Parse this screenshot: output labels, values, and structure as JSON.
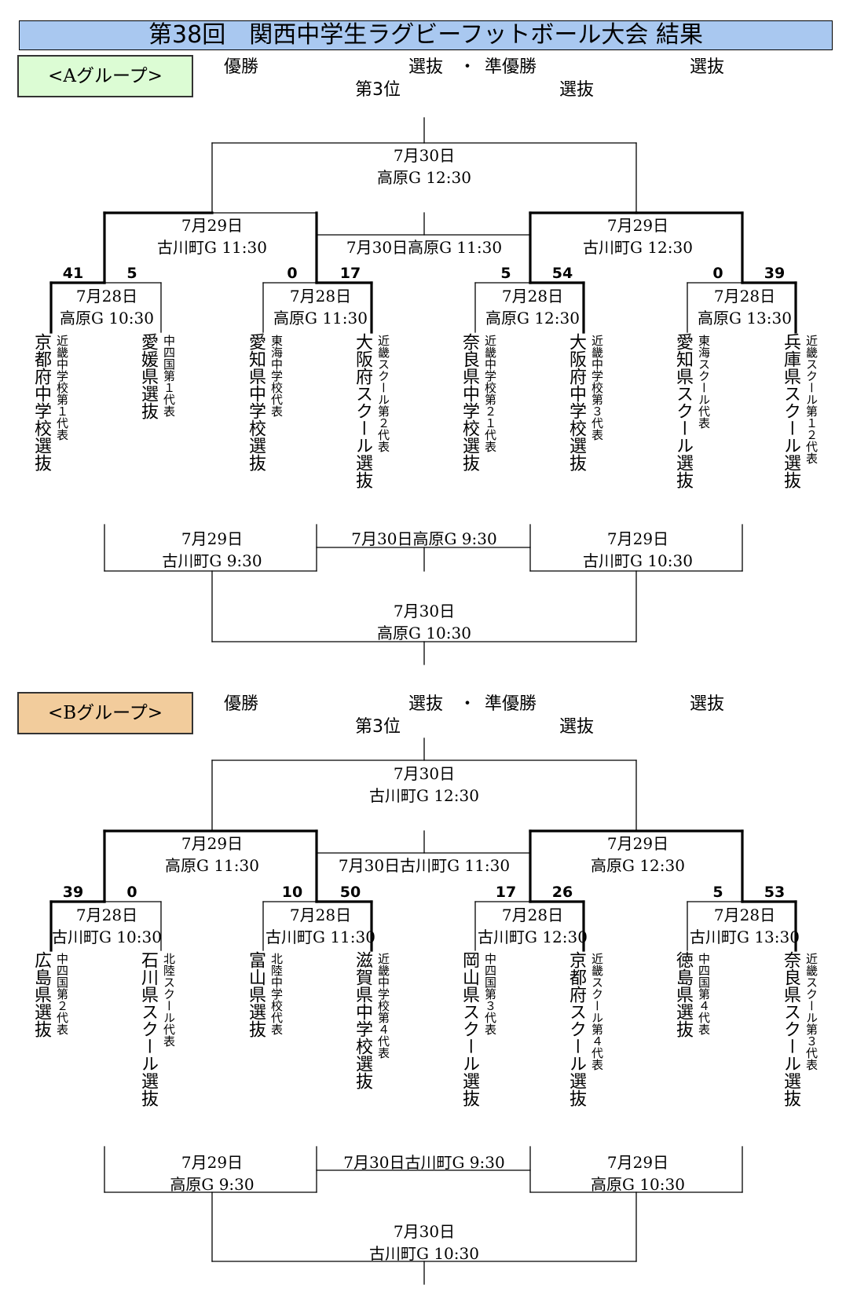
{
  "title": "第38回　関西中学生ラグビーフットボール大会 結果",
  "group_a": {
    "label": "<Aグループ>",
    "color": "#dcfcd4",
    "rank": {
      "winner": "優勝",
      "winner_team": "選抜",
      "sep": "・",
      "runner_up": "準優勝",
      "runner_up_team": "選抜",
      "third": "第3位",
      "third_team": "選抜"
    },
    "final": {
      "date": "7月30日",
      "venue": "高原G 12:30"
    },
    "semi_left": {
      "date": "7月29日",
      "venue": "古川町G 11:30"
    },
    "semi_right": {
      "date": "7月29日",
      "venue": "古川町G 12:30"
    },
    "third_place": "7月30日高原G 11:30",
    "r1": [
      {
        "date": "7月28日",
        "venue": "高原G 10:30",
        "score_left": "41",
        "score_right": "5"
      },
      {
        "date": "7月28日",
        "venue": "高原G 11:30",
        "score_left": "0",
        "score_right": "17"
      },
      {
        "date": "7月28日",
        "venue": "高原G 12:30",
        "score_left": "5",
        "score_right": "54"
      },
      {
        "date": "7月28日",
        "venue": "高原G 13:30",
        "score_left": "0",
        "score_right": "39"
      }
    ],
    "teams": [
      {
        "name": "京都府中学校選抜",
        "desc": "近畿中学校第１代表"
      },
      {
        "name": "愛媛県選抜",
        "desc": "中四国第１代表"
      },
      {
        "name": "愛知県中学校選抜",
        "desc": "東海中学校代表"
      },
      {
        "name": "大阪府スクール選抜",
        "desc": "近畿スクール第２代表"
      },
      {
        "name": "奈良県中学校選抜",
        "desc": "近畿中学校第２１代表"
      },
      {
        "name": "大阪府中学校選抜",
        "desc": "近畿中学校第３代表"
      },
      {
        "name": "愛知県スクール選抜",
        "desc": "東海スクール代表"
      },
      {
        "name": "兵庫県スクール選抜",
        "desc": "近畿スクール第１２代表"
      }
    ],
    "cons_left": {
      "date": "7月29日",
      "venue": "古川町G 9:30"
    },
    "cons_right": {
      "date": "7月29日",
      "venue": "古川町G 10:30"
    },
    "cons_mid": "7月30日高原G 9:30",
    "cons_final": {
      "date": "7月30日",
      "venue": "高原G 10:30"
    }
  },
  "group_b": {
    "label": "<Bグループ>",
    "color": "#f2cc9c",
    "rank": {
      "winner": "優勝",
      "winner_team": "選抜",
      "sep": "・",
      "runner_up": "準優勝",
      "runner_up_team": "選抜",
      "third": "第3位",
      "third_team": "選抜"
    },
    "final": {
      "date": "7月30日",
      "venue": "古川町G 12:30"
    },
    "semi_left": {
      "date": "7月29日",
      "venue": "高原G 11:30"
    },
    "semi_right": {
      "date": "7月29日",
      "venue": "高原G 12:30"
    },
    "third_place": "7月30日古川町G 11:30",
    "r1": [
      {
        "date": "7月28日",
        "venue": "古川町G 10:30",
        "score_left": "39",
        "score_right": "0"
      },
      {
        "date": "7月28日",
        "venue": "古川町G 11:30",
        "score_left": "10",
        "score_right": "50"
      },
      {
        "date": "7月28日",
        "venue": "古川町G 12:30",
        "score_left": "17",
        "score_right": "26"
      },
      {
        "date": "7月28日",
        "venue": "古川町G 13:30",
        "score_left": "5",
        "score_right": "53"
      }
    ],
    "teams": [
      {
        "name": "広島県選抜",
        "desc": "中四国第２代表"
      },
      {
        "name": "石川県スクール選抜",
        "desc": "北陸スクール代表"
      },
      {
        "name": "富山県選抜",
        "desc": "北陸中学校代表"
      },
      {
        "name": "滋賀県中学校選抜",
        "desc": "近畿中学校第４代表"
      },
      {
        "name": "岡山県スクール選抜",
        "desc": "中四国第３代表"
      },
      {
        "name": "京都府スクール選抜",
        "desc": "近畿スクール第４代表"
      },
      {
        "name": "徳島県選抜",
        "desc": "中四国第４代表"
      },
      {
        "name": "奈良県スクール選抜",
        "desc": "近畿スクール第３代表"
      }
    ],
    "cons_left": {
      "date": "7月29日",
      "venue": "高原G 9:30"
    },
    "cons_right": {
      "date": "7月29日",
      "venue": "高原G 10:30"
    },
    "cons_mid": "7月30日古川町G 9:30",
    "cons_final": {
      "date": "7月30日",
      "venue": "古川町G 10:30"
    }
  }
}
